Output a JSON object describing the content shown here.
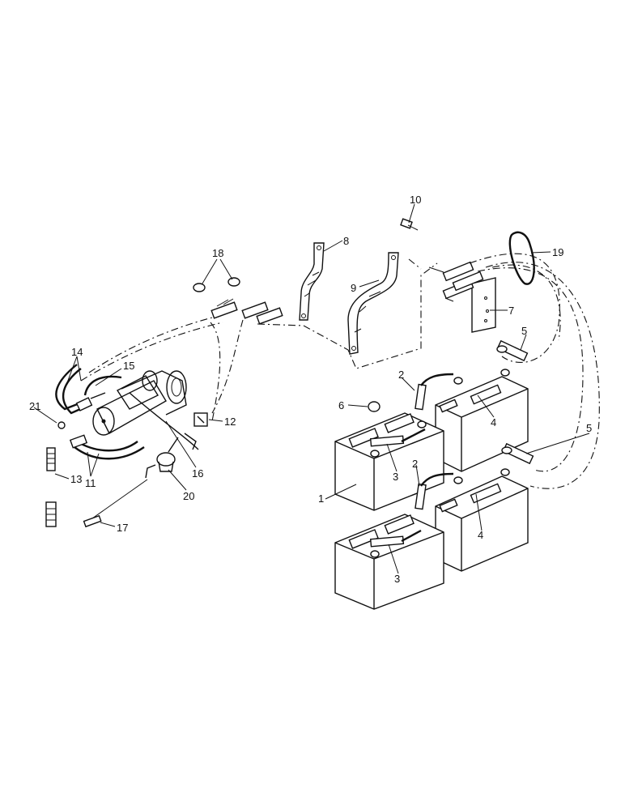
{
  "diagram": {
    "callouts": {
      "c1": "1",
      "c2a": "2",
      "c2b": "2",
      "c3a": "3",
      "c3b": "3",
      "c4a": "4",
      "c4b": "4",
      "c5a": "5",
      "c5b": "5",
      "c6": "6",
      "c7": "7",
      "c8": "8",
      "c9": "9",
      "c10": "10",
      "c11": "11",
      "c12": "12",
      "c13": "13",
      "c14": "14",
      "c15": "15",
      "c16": "16",
      "c17": "17",
      "c18": "18",
      "c19": "19",
      "c20": "20",
      "c21": "21"
    }
  }
}
